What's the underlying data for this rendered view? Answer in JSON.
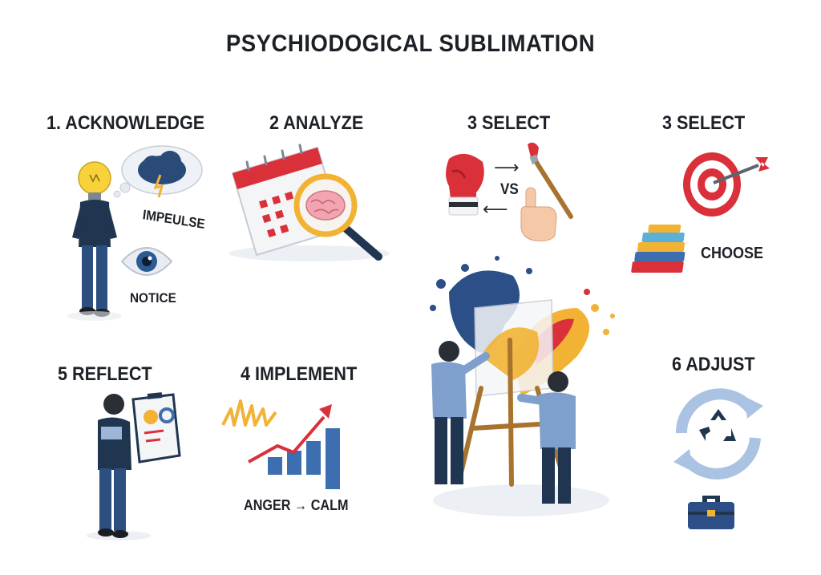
{
  "title": "PSYCHIODOGICAL SUBLIMATION",
  "steps": [
    {
      "heading": "1. ACKNOWLEDGE",
      "labels": [
        "IMPEULSE",
        "NOTICE"
      ]
    },
    {
      "heading": "2 ANALYZE"
    },
    {
      "heading": "3 SELECT",
      "labels": [
        "VS"
      ]
    },
    {
      "heading": "3 SELECT",
      "labels": [
        "CHOOSE"
      ]
    },
    {
      "heading": "5 REFLECT"
    },
    {
      "heading": "4 IMPLEMENT",
      "labels": [
        "ANGER → CALM"
      ]
    },
    {
      "heading": "6 ADJUST"
    }
  ],
  "icons": [
    "lightbulb-icon",
    "storm-cloud-icon",
    "eye-icon",
    "calendar-icon",
    "magnifier-icon",
    "brain-icon",
    "boxing-glove-icon",
    "paintbrush-icon",
    "pointing-hand-icon",
    "target-icon",
    "books-icon",
    "clipboard-icon",
    "lightning-icon",
    "growth-chart-icon",
    "easel-icon",
    "recycle-icon",
    "toolbox-icon"
  ],
  "colors": {
    "accent_red": "#d9303a",
    "navy": "#1f3550",
    "shirt_blue": "#7fa0cc",
    "brush_gold": "#f2b233"
  }
}
